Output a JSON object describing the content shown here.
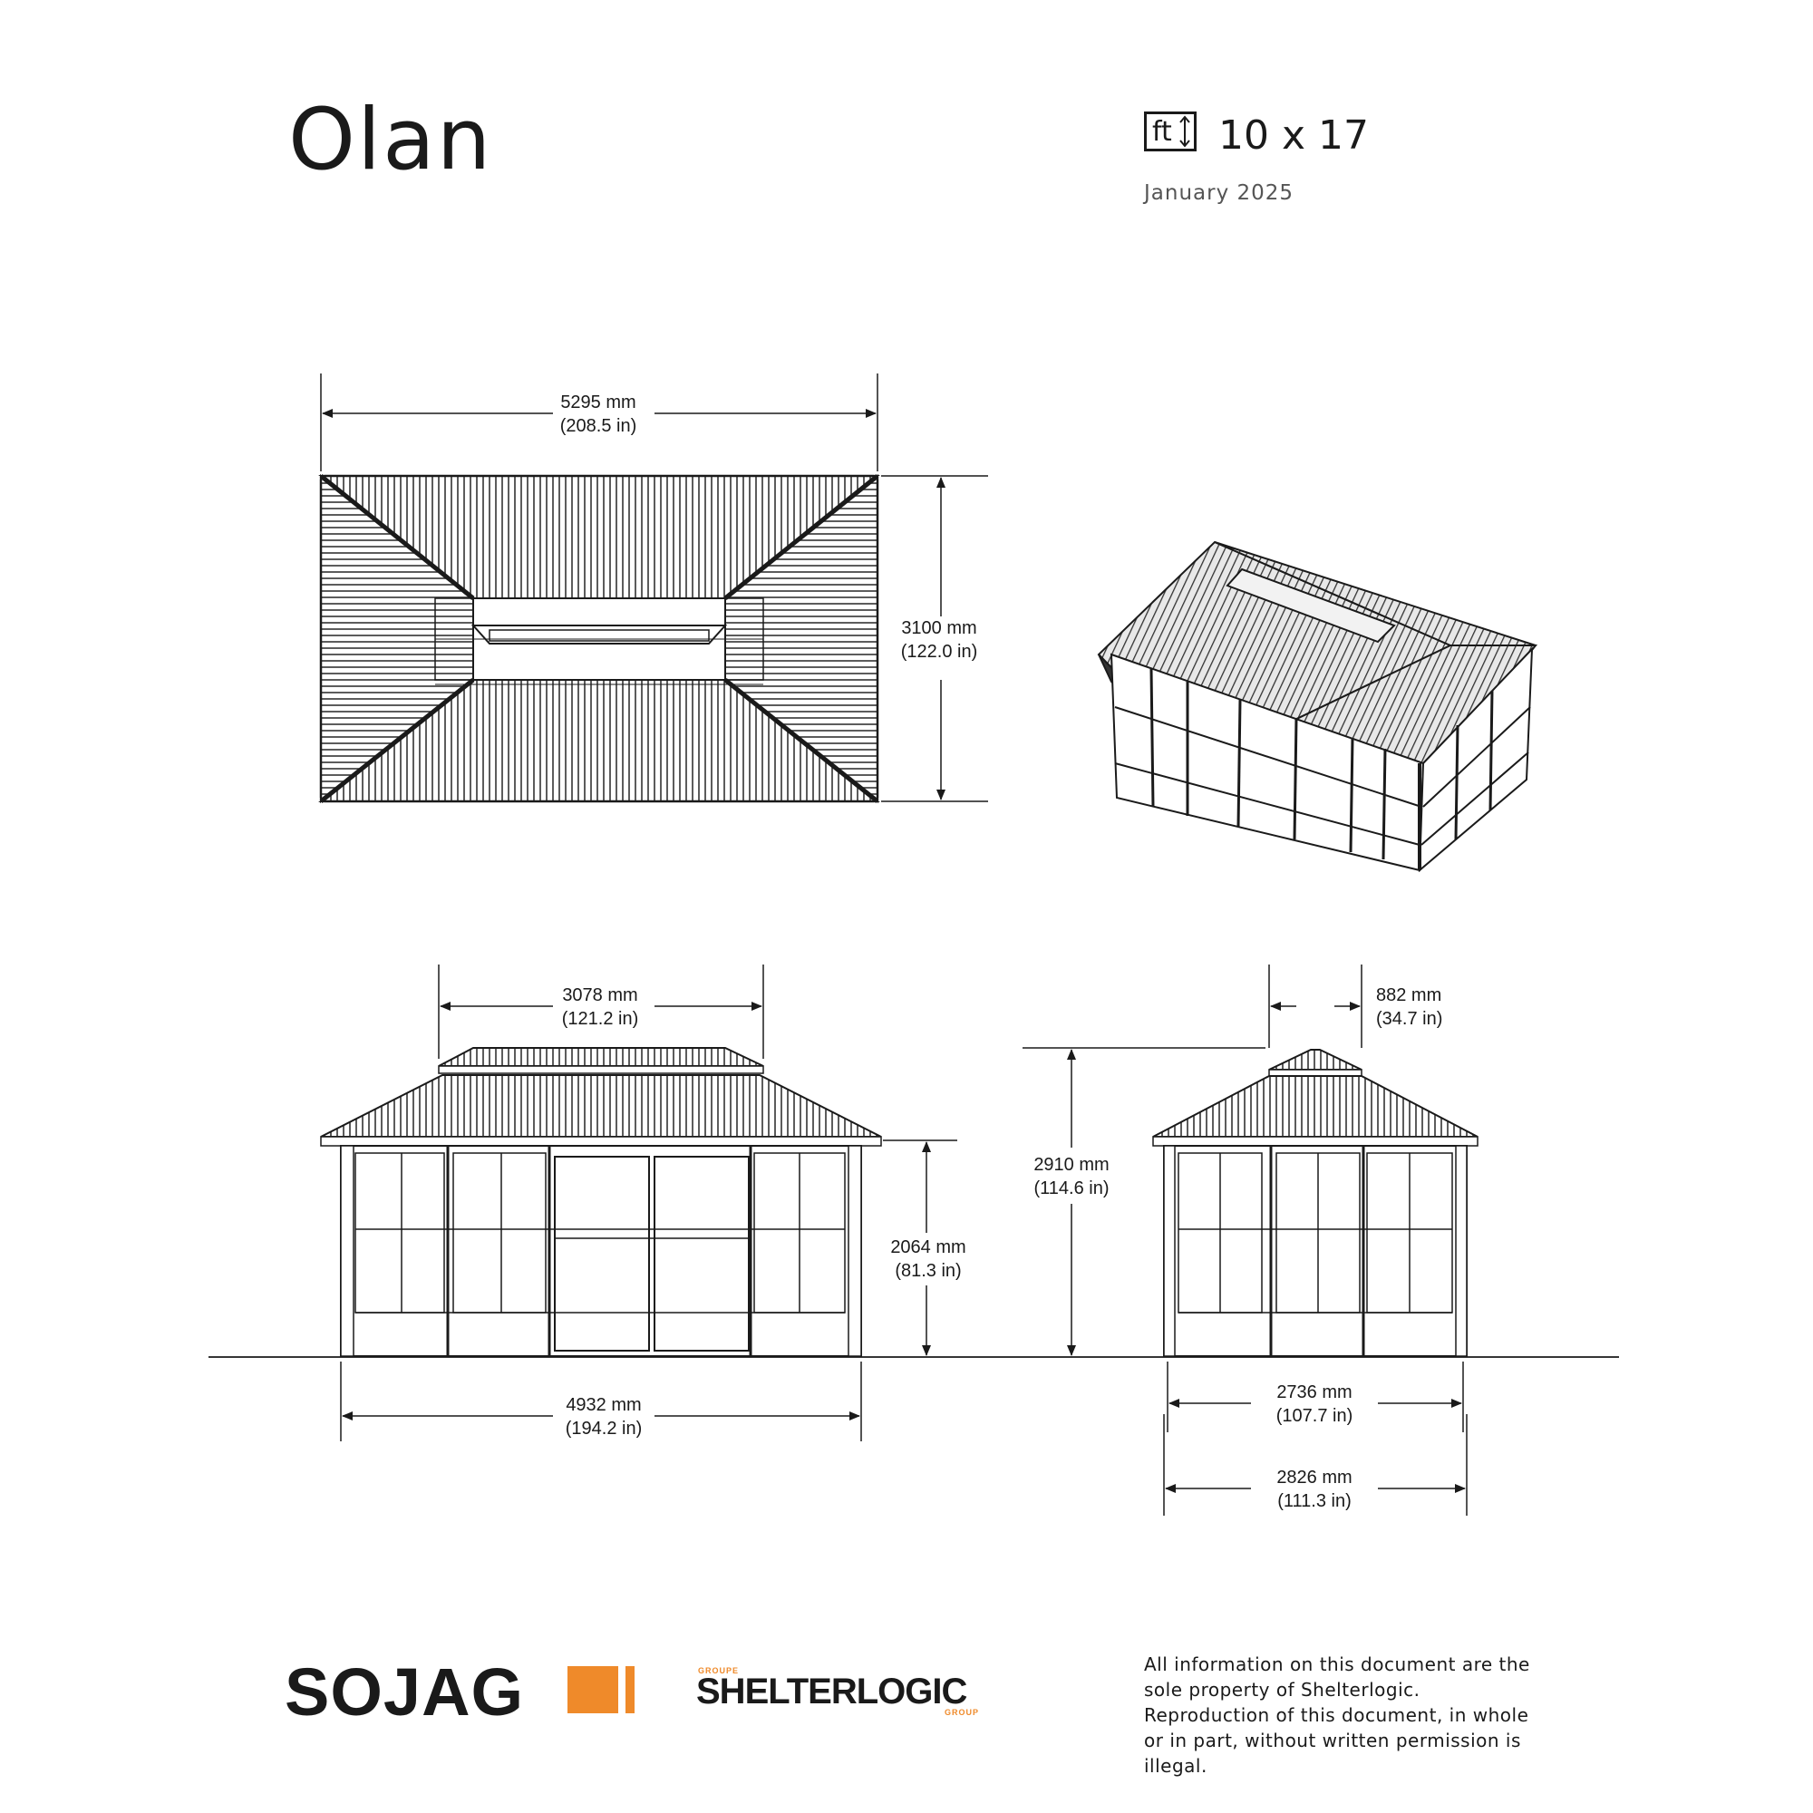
{
  "header": {
    "title": "Olan",
    "size_unit": "ft",
    "size_value": "10 x 17",
    "date": "January 2025"
  },
  "dimensions": {
    "top_width_mm": "5295 mm",
    "top_width_in": "(208.5 in)",
    "top_depth_mm": "3100 mm",
    "top_depth_in": "(122.0 in)",
    "front_top_mm": "3078 mm",
    "front_top_in": "(121.2 in)",
    "front_wall_h_mm": "2064 mm",
    "front_wall_h_in": "(81.3 in)",
    "front_base_mm": "4932 mm",
    "front_base_in": "(194.2 in)",
    "side_top_mm": "882 mm",
    "side_top_in": "(34.7 in)",
    "total_h_mm": "2910 mm",
    "total_h_in": "(114.6 in)",
    "side_inner_mm": "2736 mm",
    "side_inner_in": "(107.7 in)",
    "side_outer_mm": "2826 mm",
    "side_outer_in": "(111.3 in)"
  },
  "footer": {
    "brand": "SOJAG",
    "group_top": "GROUPE",
    "group_name": "SHELTERLOGIC",
    "group_bottom": "GROUP",
    "legal_lines": [
      "All information on this document are the",
      "sole property of Shelterlogic.",
      "Reproduction of this document, in whole",
      "or in part, without written permission is",
      "illegal."
    ]
  },
  "colors": {
    "accent": "#ef8a2a",
    "ink": "#1a1a1a"
  }
}
